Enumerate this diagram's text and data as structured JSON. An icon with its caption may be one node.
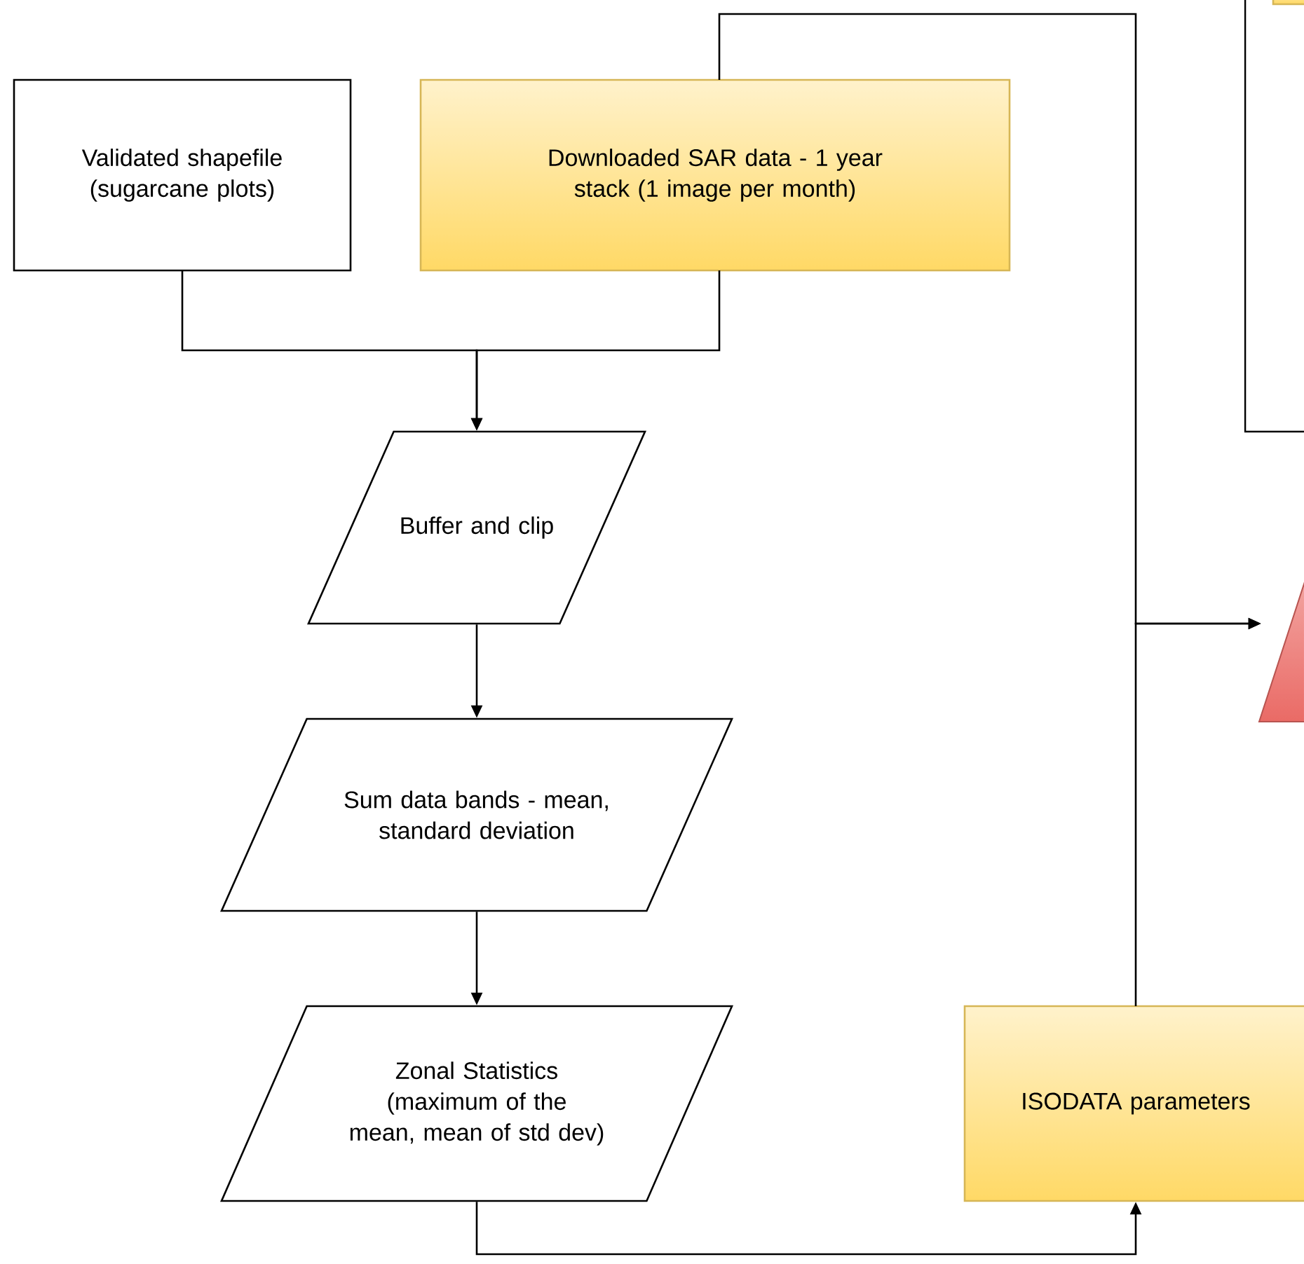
{
  "diagram": {
    "nodes": [
      {
        "text": [
          "Validated shapefile (sugarcane plots)"
        ]
      },
      {
        "text": [
          "Downloaded SAR data - 1 year stack (1 image per month)"
        ]
      },
      {
        "text": [],
        "shape": "box"
      },
      {
        "text": [],
        "shape": "box",
        "in": 2
      },
      {
        "text": [
          "Buffer and clip"
        ]
      },
      {
        "text": [],
        "shape": "triangle"
      },
      {
        "text": [
          "Sum data bands - mean, standard deviation"
        ]
      },
      {
        "text": [
          "Zonal Statistics (maximum of the mean, mean of std dev)"
        ]
      },
      {
        "text": [
          "ISODATA parameters"
        ]
      }
    ],
    "edges": [
      {
        "from": 0,
        "to": 4,
        "arrow": "to"
      },
      {
        "from": 1,
        "to": 4,
        "arrow": "to"
      },
      {
        "from": 1,
        "to": 5,
        "arrow": "to"
      },
      {
        "from": 8,
        "to": 5,
        "arrow": "to"
      },
      {
        "from": 4,
        "to": 6,
        "arrow": "to"
      },
      {
        "from": 6,
        "to": 7,
        "arrow": "to"
      },
      {
        "from": 7,
        "to": 8,
        "arrow": "to"
      }
    ]
  }
}
